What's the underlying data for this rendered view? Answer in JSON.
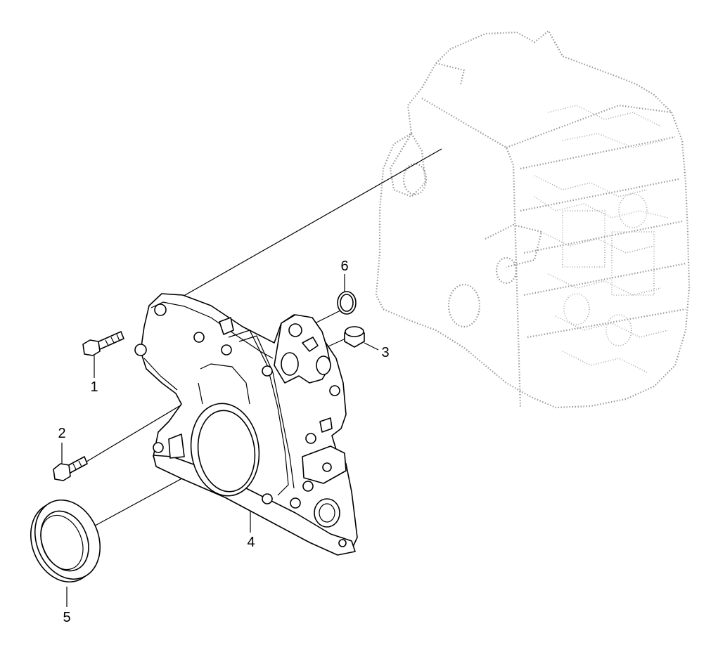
{
  "callouts": [
    {
      "id": "1",
      "label": "1",
      "part": "bolt"
    },
    {
      "id": "2",
      "label": "2",
      "part": "bolt"
    },
    {
      "id": "3",
      "label": "3",
      "part": "dowel-sleeve"
    },
    {
      "id": "4",
      "label": "4",
      "part": "front-cover"
    },
    {
      "id": "5",
      "label": "5",
      "part": "oil-seal"
    },
    {
      "id": "6",
      "label": "6",
      "part": "o-ring"
    }
  ],
  "colors": {
    "line": "#000000",
    "ghost_engine": "#9a9a9a",
    "background": "#ffffff"
  }
}
